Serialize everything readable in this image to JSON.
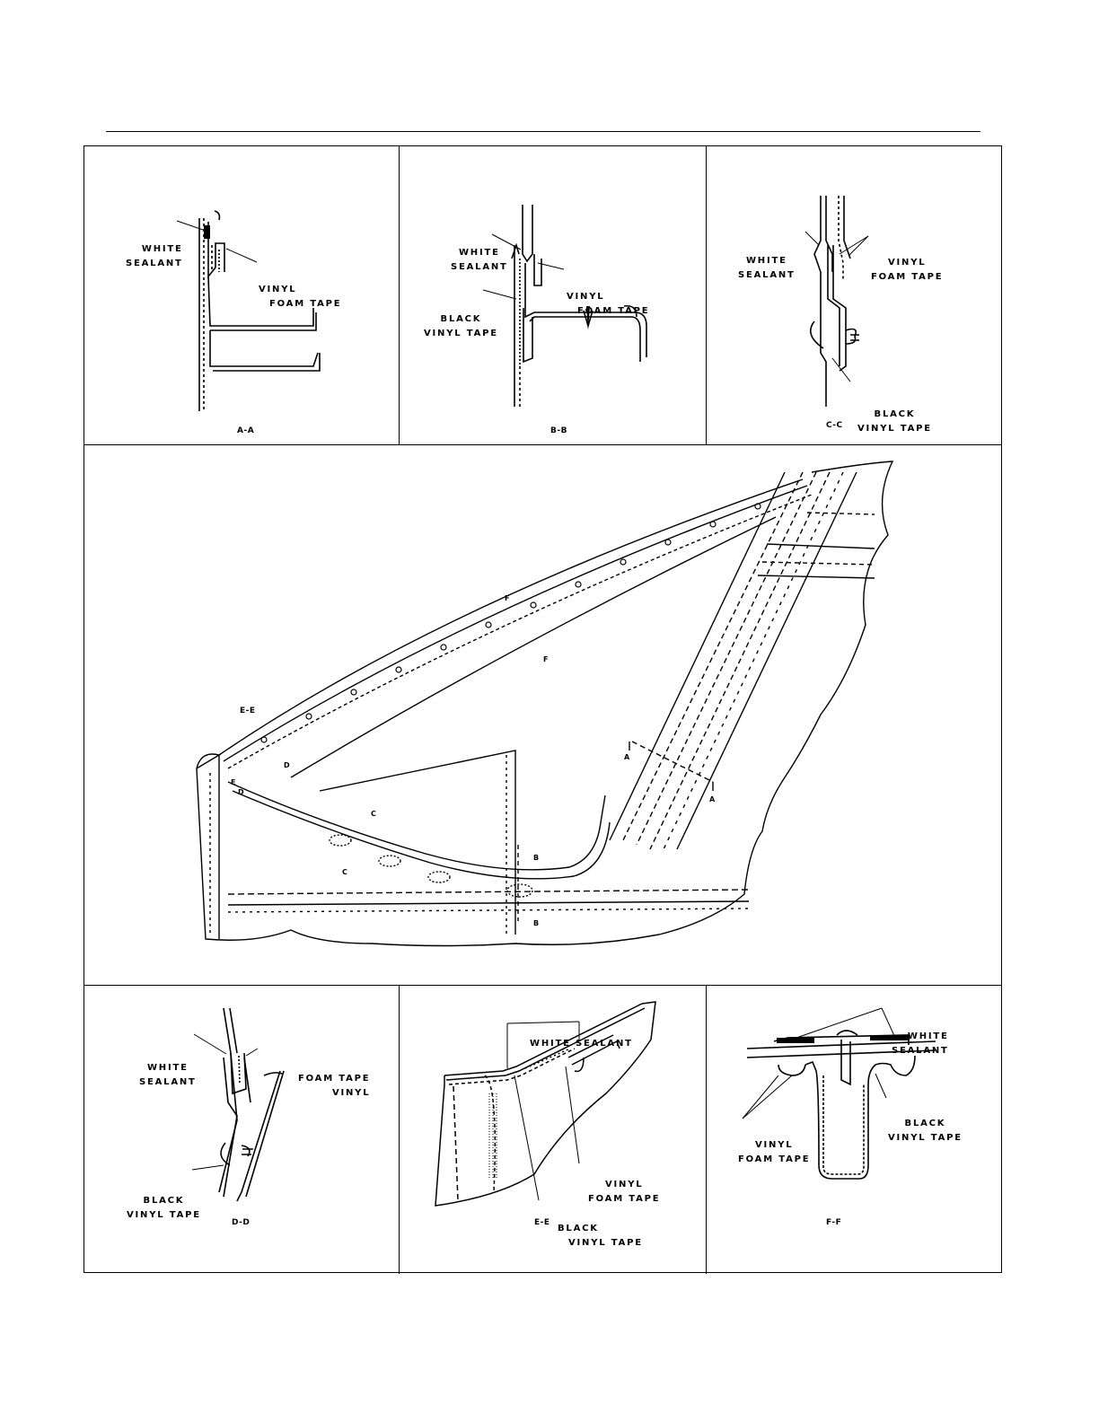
{
  "views": {
    "aa": {
      "caption": "A-A",
      "white_sealant": [
        "WHITE",
        "SEALANT"
      ],
      "vinyl_foam_tape": [
        "VINYL",
        "FOAM TAPE"
      ]
    },
    "bb": {
      "caption": "B-B",
      "white_sealant": [
        "WHITE",
        "SEALANT"
      ],
      "vinyl_foam_tape": [
        "VINYL",
        "FOAM TAPE"
      ],
      "black_vinyl_tape": [
        "BLACK",
        "VINYL TAPE"
      ]
    },
    "cc": {
      "caption": "C-C",
      "white_sealant": [
        "WHITE",
        "SEALANT"
      ],
      "vinyl_foam_tape": [
        "VINYL",
        "FOAM TAPE"
      ],
      "black_vinyl_tape": [
        "BLACK",
        "VINYL TAPE"
      ]
    },
    "main": {
      "caption": "E-E",
      "markers": {
        "f1": "F",
        "f2": "F",
        "a1": "A",
        "a2": "A",
        "b1": "B",
        "b2": "B",
        "c1": "C",
        "c2": "C",
        "d1": "D",
        "d2": "D",
        "e": "E"
      }
    },
    "dd": {
      "caption": "D-D",
      "white_sealant": [
        "WHITE",
        "SEALANT"
      ],
      "foam_tape_vinyl": [
        "FOAM TAPE",
        "VINYL"
      ],
      "black_vinyl_tape": [
        "BLACK",
        "VINYL TAPE"
      ]
    },
    "ee": {
      "caption": "E-E",
      "white_sealant": [
        "WHITE SEALANT"
      ],
      "vinyl_foam_tape": [
        "VINYL",
        "FOAM TAPE"
      ],
      "black_vinyl_tape": [
        "BLACK",
        "VINYL TAPE"
      ]
    },
    "ff": {
      "caption": "F-F",
      "white_sealant": [
        "WHITE",
        "SEALANT"
      ],
      "black_vinyl_tape": [
        "BLACK",
        "VINYL TAPE"
      ],
      "vinyl_foam_tape": [
        "VINYL",
        "FOAM TAPE"
      ]
    }
  }
}
